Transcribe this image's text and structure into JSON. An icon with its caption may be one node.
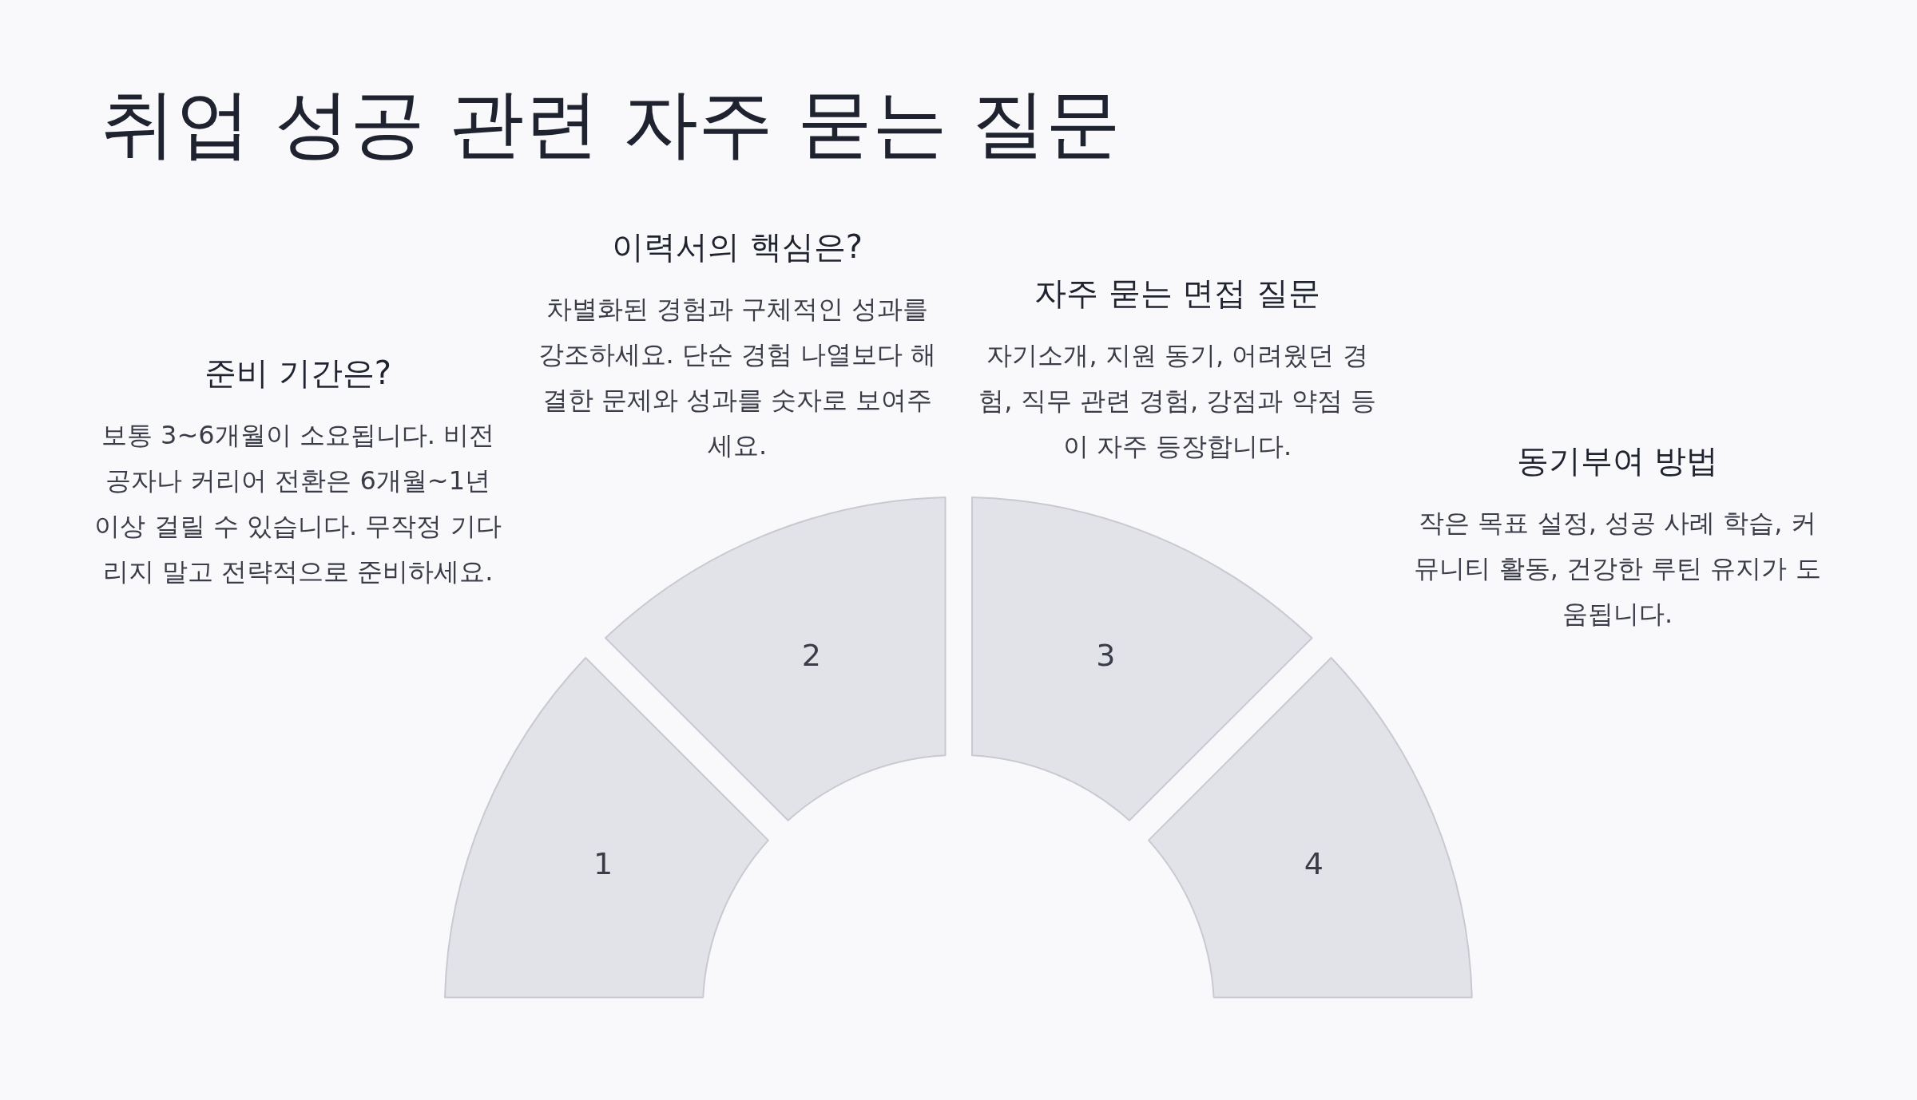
{
  "diagram": {
    "title": "취업 성공 관련 자주 묻는 질문",
    "nodes": [
      {
        "text": [
          "1"
        ],
        "beside": [
          "준비 기간은?",
          "보통 3~6개월이 소요됩니다. 비전공자나 커리어 전환은 6개월~1년 이상 걸릴 수 있습니다. 무작정 기다리지 말고 전략적으로 준비하세요."
        ]
      },
      {
        "text": [
          "2"
        ],
        "beside": [
          "이력서의 핵심은?",
          "차별화된 경험과 구체적인 성과를 강조하세요. 단순 경험 나열보다 해결한 문제와 성과를 숫자로 보여주세요."
        ]
      },
      {
        "text": [
          "3"
        ],
        "beside": [
          "자주 묻는 면접 질문",
          "자기소개, 지원 동기, 어려웠던 경험, 직무 관련 경험, 강점과 약점 등이 자주 등장합니다."
        ]
      },
      {
        "text": [
          "4"
        ],
        "beside": [
          "동기부여 방법",
          "작은 목표 설정, 성공 사례 학습, 커뮤니티 활동, 건강한 루틴 유지가 도움됩니다."
        ]
      }
    ]
  }
}
